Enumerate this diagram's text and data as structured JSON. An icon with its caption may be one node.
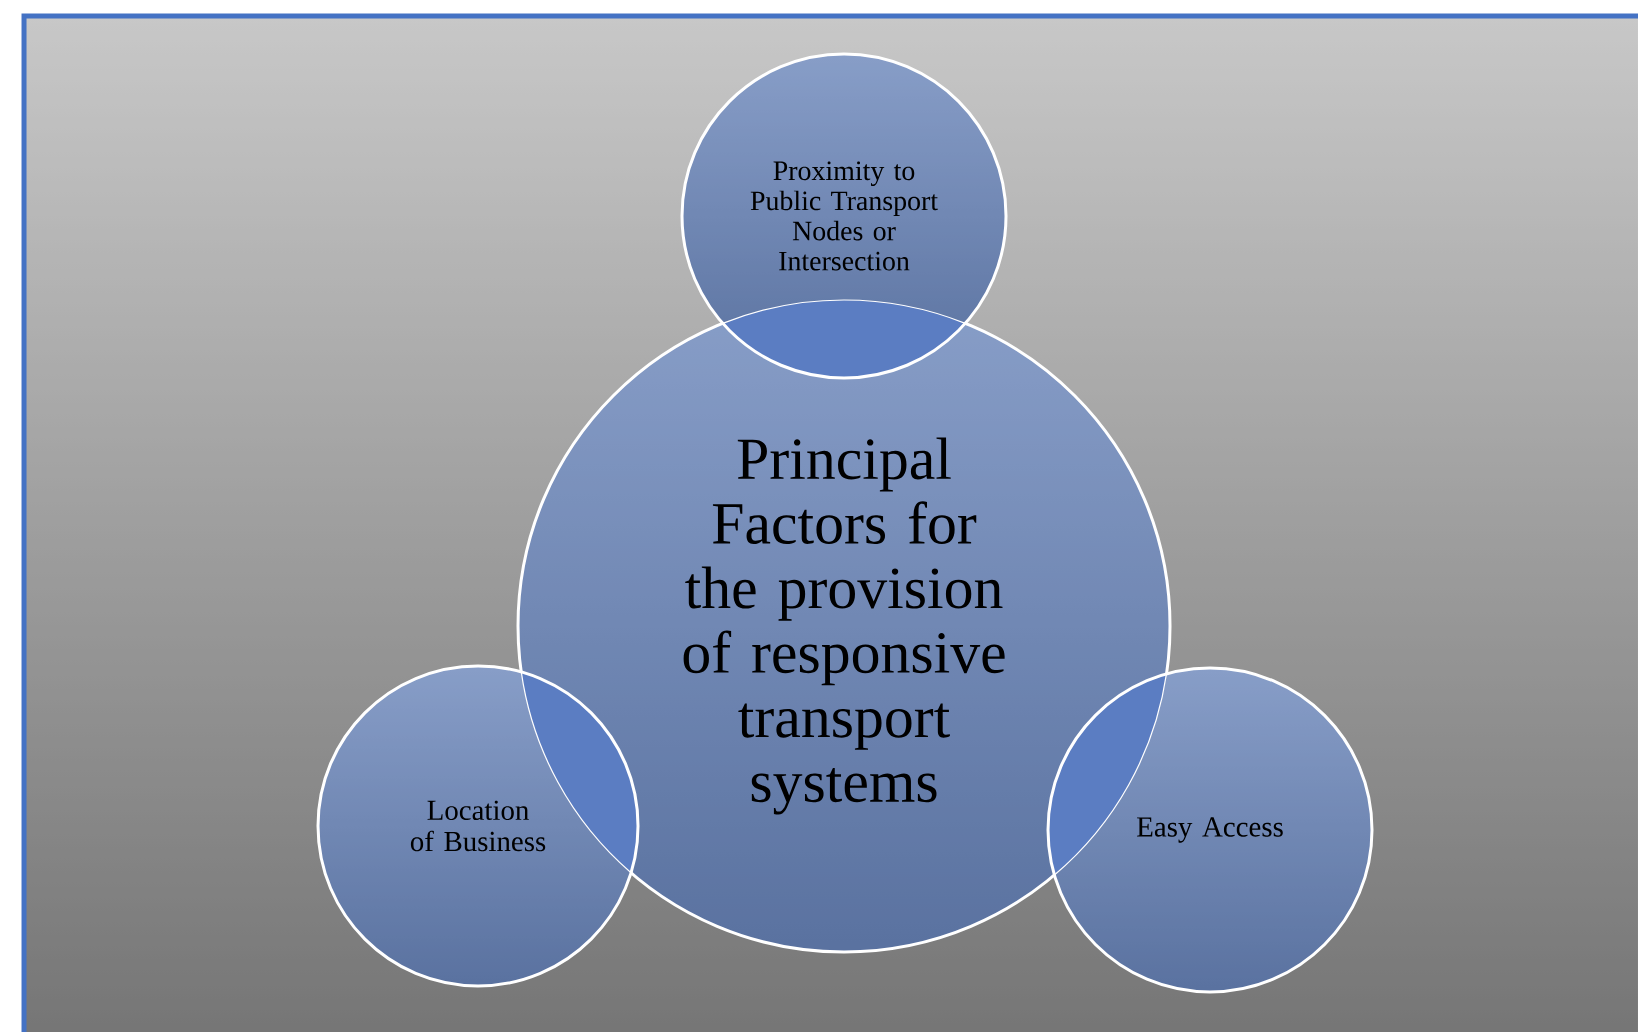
{
  "diagram": {
    "nodes": [
      {
        "text": [
          "Proximity to Public Transport Nodes or Intersection"
        ]
      },
      {
        "text": [
          "Principal Factors for the provision of responsive transport systems"
        ]
      },
      {
        "text": [
          "Location of Business"
        ]
      },
      {
        "text": [
          "Easy Access"
        ]
      }
    ]
  }
}
